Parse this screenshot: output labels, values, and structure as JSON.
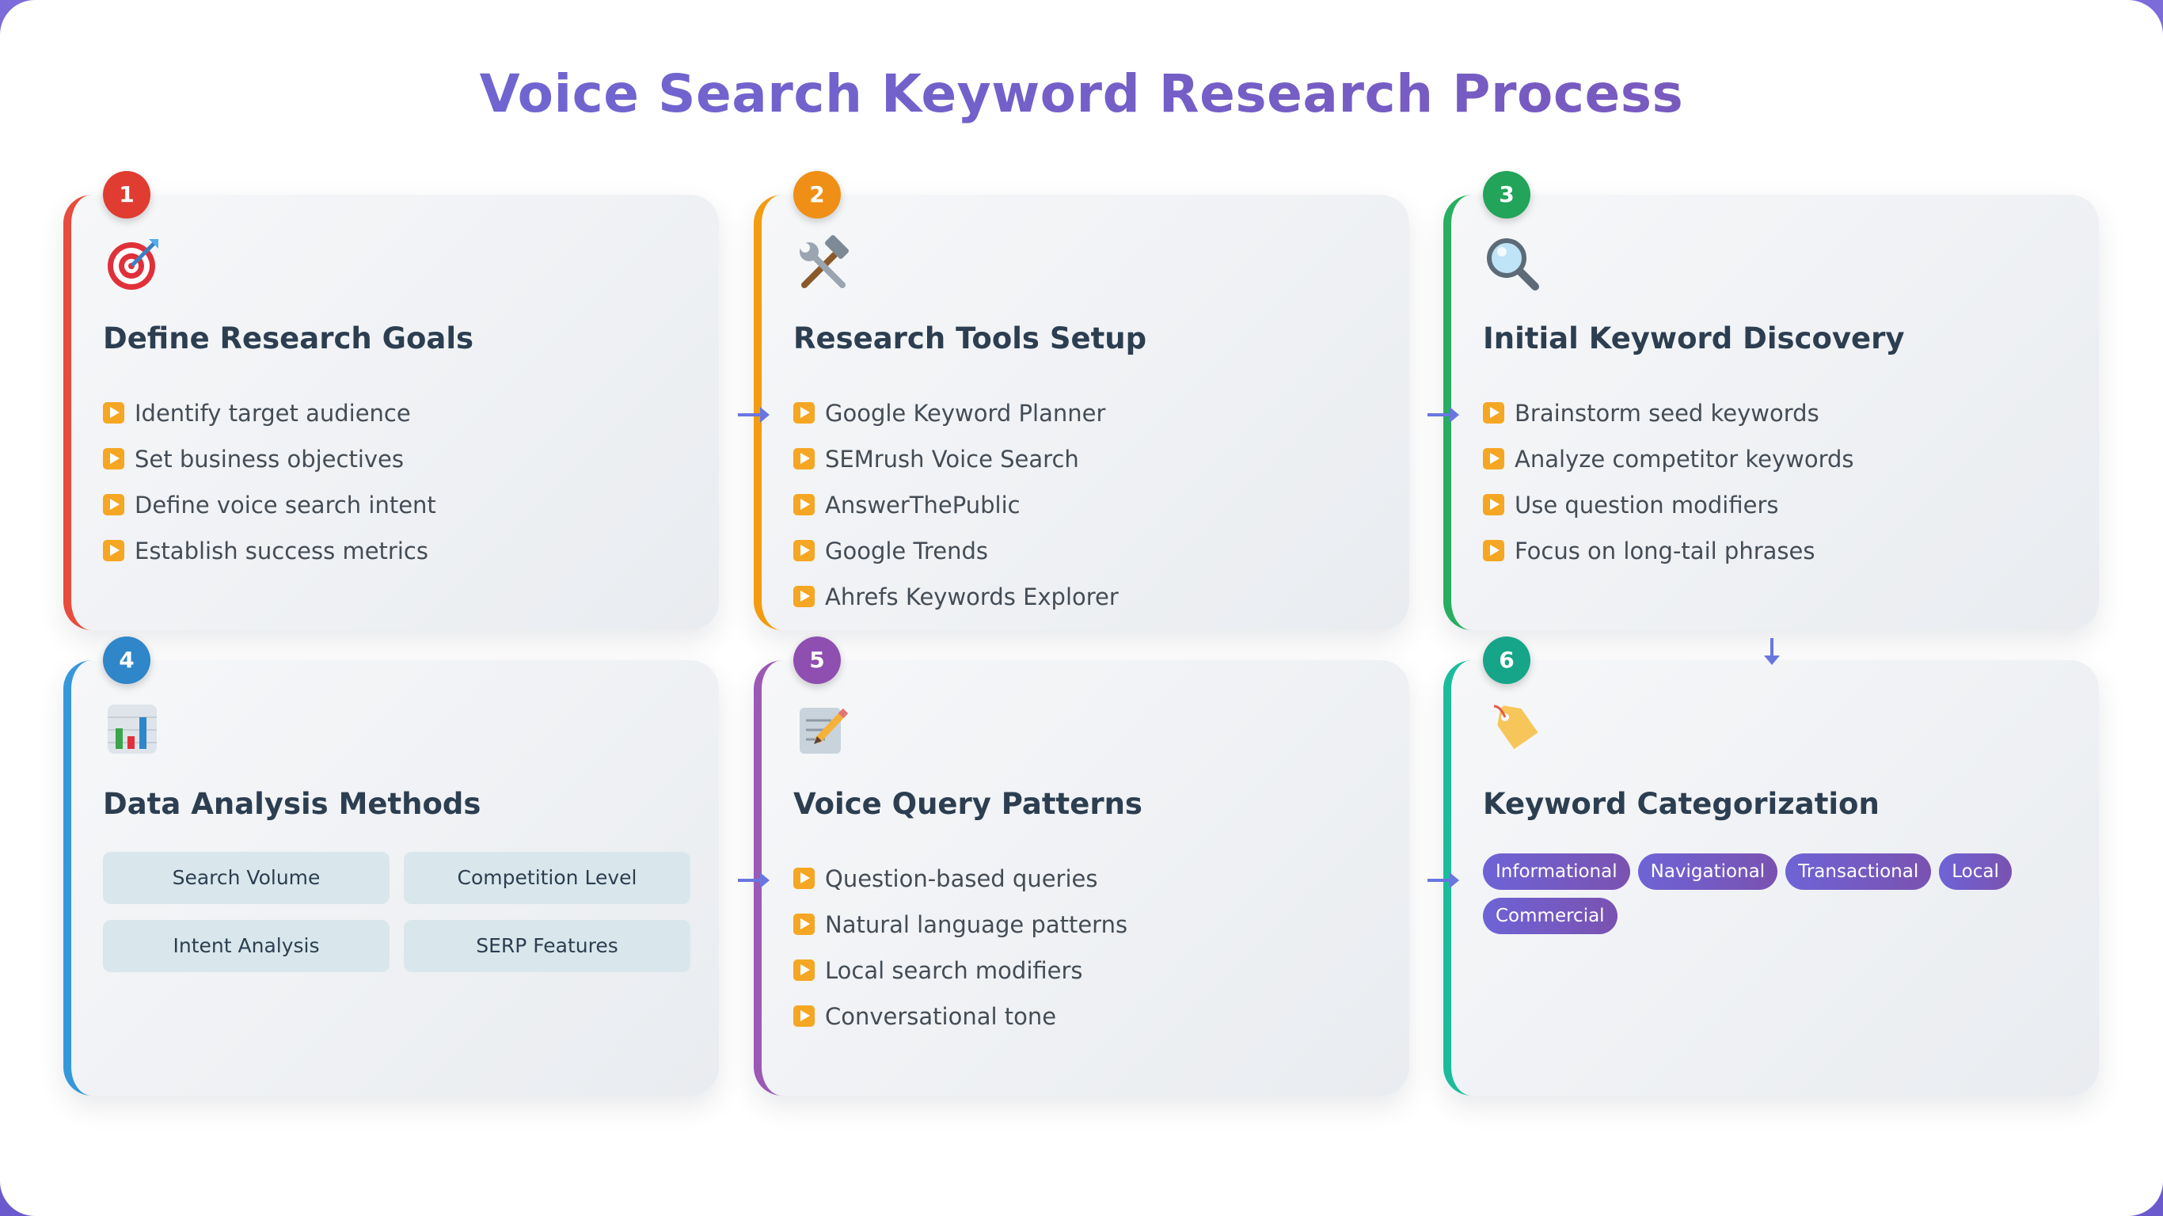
{
  "title": "Voice Search Keyword Research Process",
  "colors": {
    "title": "#6a5acd",
    "step1": "#e74c3c",
    "step2": "#f39c12",
    "step3": "#27ae60",
    "step4": "#3498db",
    "step5": "#9b59b6",
    "step6": "#1abc9c",
    "bullet": "#f5a623",
    "tag": "#6e63d6",
    "method_box": "#d9e7ec"
  },
  "steps": [
    {
      "number": "1",
      "icon": "target-icon",
      "title": "Define Research Goals",
      "items": [
        "Identify target audience",
        "Set business objectives",
        "Define voice search intent",
        "Establish success metrics"
      ]
    },
    {
      "number": "2",
      "icon": "hammer-wrench-icon",
      "title": "Research Tools Setup",
      "items": [
        "Google Keyword Planner",
        "SEMrush Voice Search",
        "AnswerThePublic",
        "Google Trends",
        "Ahrefs Keywords Explorer"
      ]
    },
    {
      "number": "3",
      "icon": "magnifying-glass-icon",
      "title": "Initial Keyword Discovery",
      "items": [
        "Brainstorm seed keywords",
        "Analyze competitor keywords",
        "Use question modifiers",
        "Focus on long-tail phrases"
      ]
    },
    {
      "number": "4",
      "icon": "bar-chart-icon",
      "title": "Data Analysis Methods",
      "methods": [
        "Search Volume",
        "Competition Level",
        "Intent Analysis",
        "SERP Features"
      ]
    },
    {
      "number": "5",
      "icon": "memo-pencil-icon",
      "title": "Voice Query Patterns",
      "items": [
        "Question-based queries",
        "Natural language patterns",
        "Local search modifiers",
        "Conversational tone"
      ]
    },
    {
      "number": "6",
      "icon": "tag-label-icon",
      "title": "Keyword Categorization",
      "tags": [
        "Informational",
        "Navigational",
        "Transactional",
        "Local",
        "Commercial"
      ]
    }
  ]
}
